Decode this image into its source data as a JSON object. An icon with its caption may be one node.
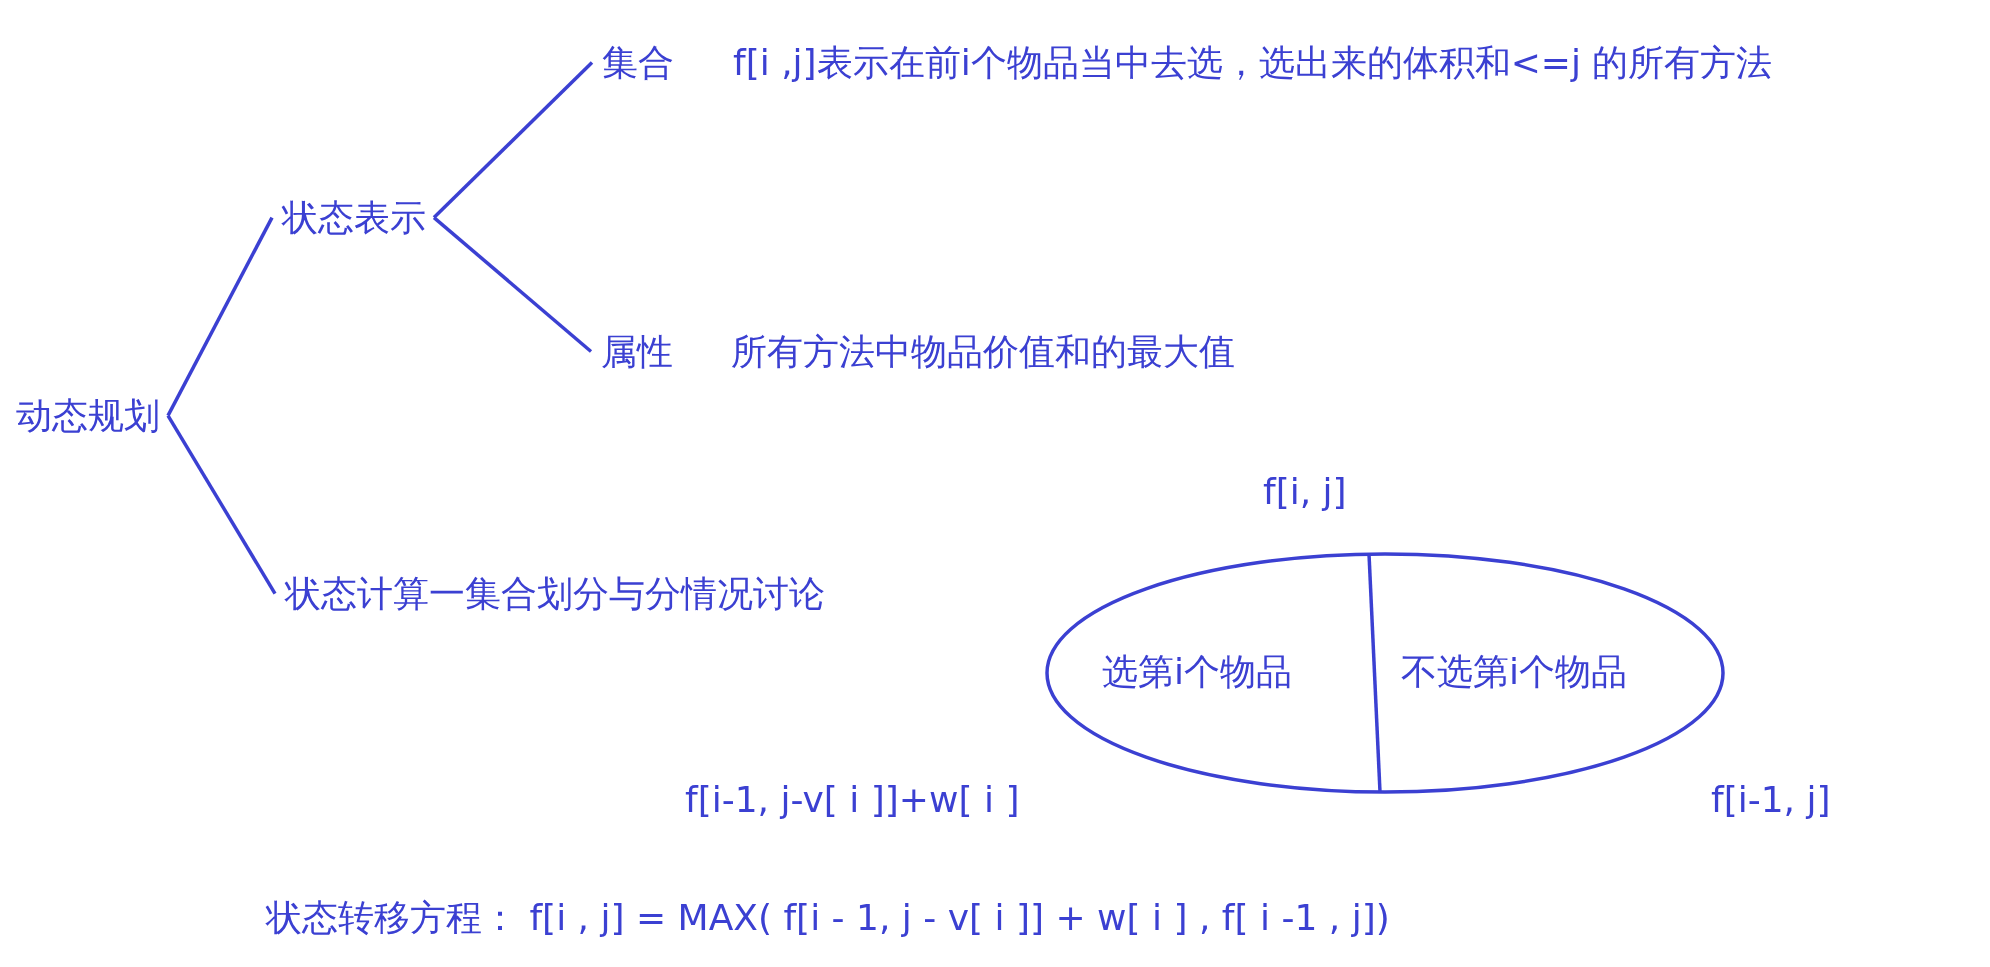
{
  "diagram": {
    "nodes": [
      {
        "text": [
          "动态规划"
        ]
      },
      {
        "text": [
          "状态表示"
        ]
      },
      {
        "text": [
          "集合"
        ],
        "beside": [
          "f[i ,j]表示在前i个物品当中去选，选出来的体积和<=j 的所有方法"
        ]
      },
      {
        "text": [
          "属性"
        ],
        "beside": [
          "所有方法中物品价值和的最大值"
        ]
      },
      {
        "text": [
          "状态计算一集合划分与分情况讨论"
        ]
      },
      {
        "text": [
          "选第i个物品",
          "不选第i个物品"
        ],
        "beside": [
          "f[i, j]"
        ]
      }
    ],
    "edges": [
      {
        "from": 0,
        "to": 1,
        "arrow": "none"
      },
      {
        "from": 0,
        "to": 4,
        "arrow": "none"
      },
      {
        "from": 1,
        "to": 2,
        "arrow": "none"
      },
      {
        "from": 1,
        "to": 3,
        "arrow": "none"
      }
    ],
    "labels": [
      "f[i-1, j-v[ i ]]+w[ i ]",
      "f[i-1, j]",
      "状态转移方程：  f[i , j] = MAX( f[i - 1, j - v[ i ]] + w[ i ] , f[ i -1 , j])"
    ]
  }
}
